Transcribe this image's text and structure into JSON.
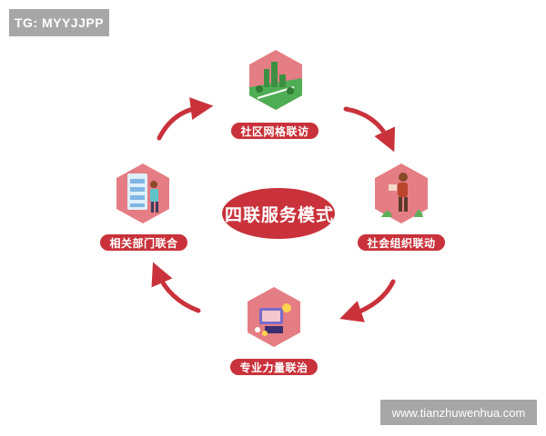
{
  "watermark_tag": "TG: MYYJJPP",
  "watermark_site": "www.tianzhuwenhua.com",
  "center": {
    "label": "四联服务模式"
  },
  "nodes": {
    "top": {
      "label": "社区网格联访",
      "icon": "city-park-icon"
    },
    "right": {
      "label": "社会组织联动",
      "icon": "volunteer-hiker-icon"
    },
    "bottom": {
      "label": "专业力量联治",
      "icon": "professional-workstation-icon"
    },
    "left": {
      "label": "相关部门联合",
      "icon": "department-checklist-icon"
    }
  },
  "colors": {
    "accent": "#c9323b",
    "hex_bg": "#e57d84",
    "arrow": "#c9323b"
  }
}
